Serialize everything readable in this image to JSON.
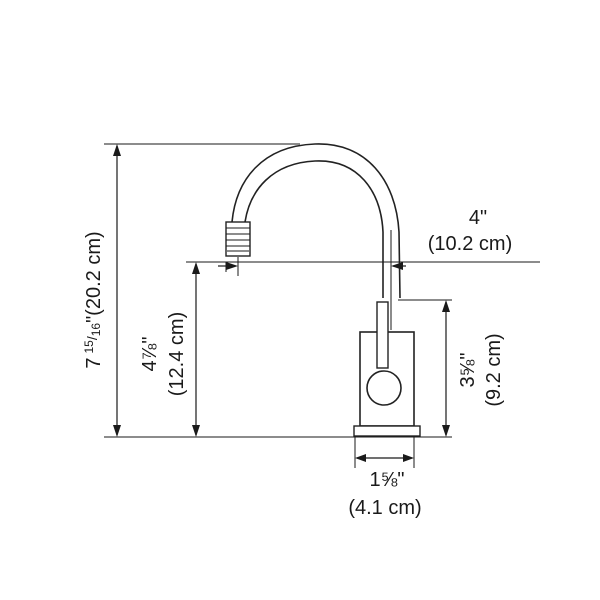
{
  "colors": {
    "line": "#1a1a1a",
    "background": "#ffffff"
  },
  "dimensions": {
    "total_height": {
      "imperial_whole": "7",
      "imperial_frac_num": "15",
      "imperial_frac_den": "16",
      "imperial_inch": "\"",
      "metric": "(20.2 cm)"
    },
    "spout_height": {
      "imperial": "4⅞\"",
      "metric": "(12.4 cm)"
    },
    "spout_reach": {
      "imperial": "4\"",
      "metric": "(10.2 cm)"
    },
    "base_height": {
      "imperial": "3⅝\"",
      "metric": "(9.2 cm)"
    },
    "base_diameter": {
      "imperial": "1⅝\"",
      "metric": "(4.1 cm)"
    }
  }
}
